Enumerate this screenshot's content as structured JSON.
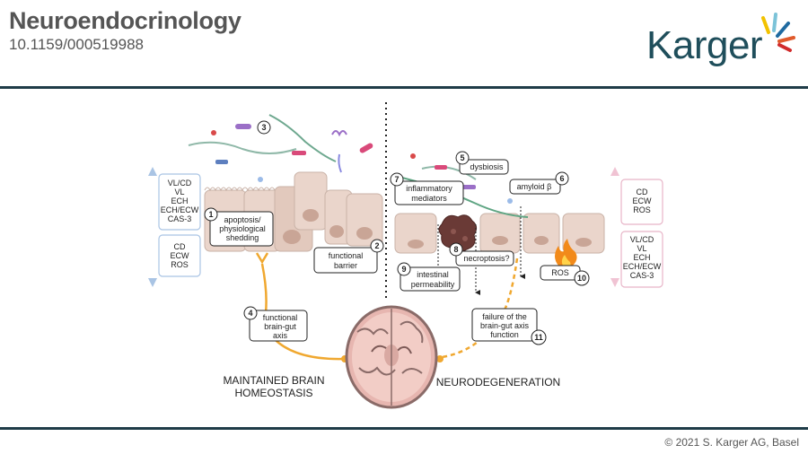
{
  "header": {
    "journal": "Neuroendocrinology",
    "doi": "10.1159/000519988",
    "publisher": "Karger"
  },
  "footer": {
    "copyright": "© 2021 S. Karger AG, Basel"
  },
  "colors": {
    "accent_rule": "#1f3c48",
    "logo_text": "#1f4e5b",
    "healthy_path": "#f0a830",
    "left_panel_border": "#a9c4e4",
    "right_panel_border": "#e8b5c8",
    "cell_fill": "#ead5cb"
  },
  "diagram": {
    "left_panel_top": [
      "VL/CD",
      "VL",
      "ECH",
      "ECH/ECW",
      "CAS-3"
    ],
    "left_panel_bottom": [
      "CD",
      "ECW",
      "ROS"
    ],
    "right_panel_top": [
      "CD",
      "ECW",
      "ROS"
    ],
    "right_panel_bottom": [
      "VL/CD",
      "VL",
      "ECH",
      "ECH/ECW",
      "CAS-3"
    ],
    "callouts": {
      "n1": "1",
      "apoptosis_l1": "apoptosis/",
      "apoptosis_l2": "physiological",
      "apoptosis_l3": "shedding",
      "n2": "2",
      "barrier_l1": "functional",
      "barrier_l2": "barrier",
      "n3": "3",
      "n4": "4",
      "axis_l1": "functional",
      "axis_l2": "brain-gut",
      "axis_l3": "axis",
      "n5": "5",
      "dysbiosis": "dysbiosis",
      "n6": "6",
      "amyloid": "amyloid β",
      "n7": "7",
      "inflam_l1": "inflammatory",
      "inflam_l2": "mediators",
      "n8": "8",
      "necroptosis": "necroptosis?",
      "n9": "9",
      "perm_l1": "intestinal",
      "perm_l2": "permeability",
      "n10": "10",
      "ros": "ROS",
      "n11": "11",
      "failure_l1": "failure of the",
      "failure_l2": "brain-gut axis",
      "failure_l3": "function"
    },
    "left_outcome_l1": "MAINTAINED BRAIN",
    "left_outcome_l2": "HOMEOSTASIS",
    "right_outcome": "NEURODEGENERATION"
  }
}
